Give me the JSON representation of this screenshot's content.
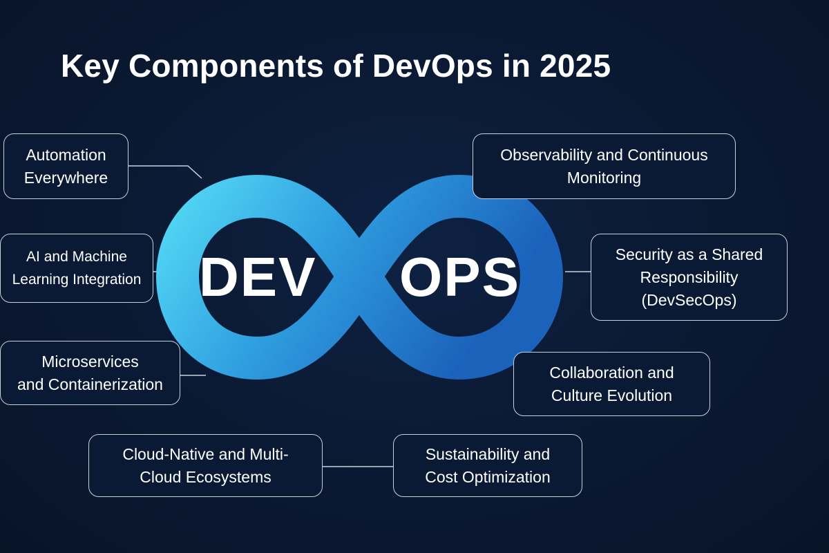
{
  "title": "Key Components of DevOps in 2025",
  "logo": {
    "left": "DEV",
    "right": "OPS"
  },
  "colors": {
    "background": "#0b1a33",
    "loop_left": "#4fd3f2",
    "loop_right": "#1d68c0",
    "box_border": "#c9d1dd"
  },
  "components": [
    {
      "lines": [
        "Automation",
        "Everywhere"
      ]
    },
    {
      "lines": [
        "AI and Machine",
        "Learning Integration"
      ]
    },
    {
      "lines": [
        "Microservices",
        "and Containerization"
      ]
    },
    {
      "lines": [
        "Cloud-Native and Multi-",
        "Cloud Ecosystems"
      ]
    },
    {
      "lines": [
        "Sustainability and",
        "Cost Optimization"
      ]
    },
    {
      "lines": [
        "Collaboration and",
        "Culture Evolution"
      ]
    },
    {
      "lines": [
        "Security as a Shared",
        "Responsibility",
        "(DevSecOps)"
      ]
    },
    {
      "lines": [
        "Observability and Continuous",
        "Monitoring"
      ]
    }
  ]
}
